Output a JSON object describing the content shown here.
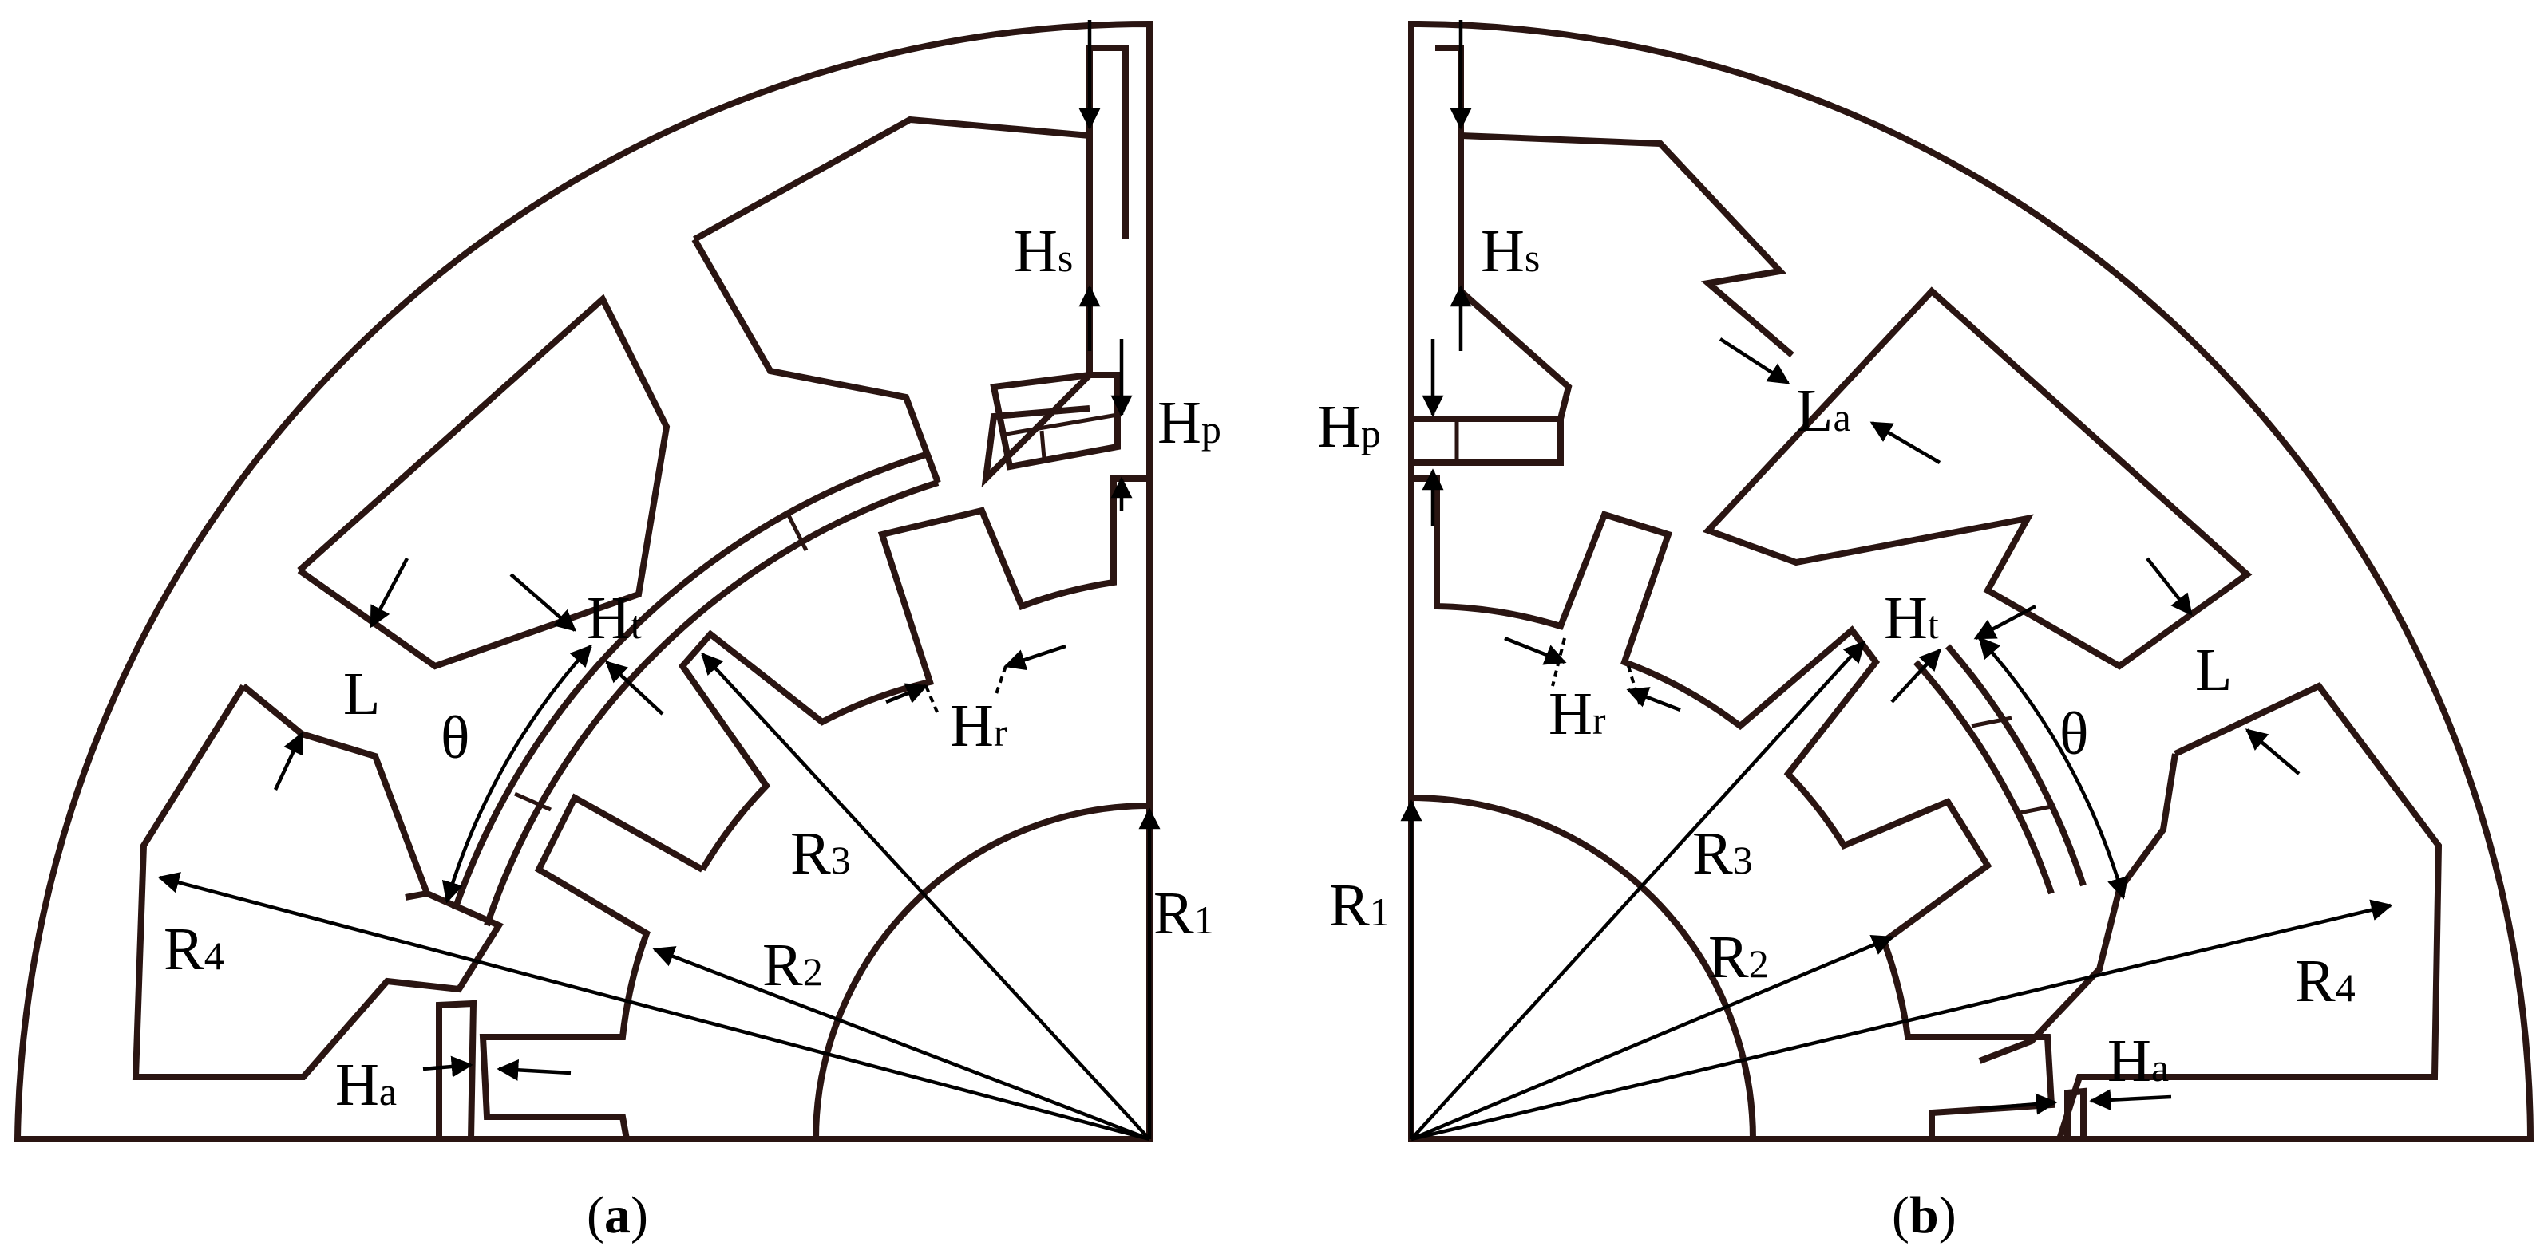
{
  "panel_a": {
    "caption_open": "(",
    "caption_letter": "a",
    "caption_close": ")",
    "labels": {
      "hs": {
        "main": "H",
        "sub": "s"
      },
      "hp": {
        "main": "H",
        "sub": "p"
      },
      "ht": {
        "main": "H",
        "sub": "t"
      },
      "hr": {
        "main": "H",
        "sub": "r"
      },
      "ha": {
        "main": "H",
        "sub": "a"
      },
      "l": {
        "main": "L"
      },
      "theta": {
        "main": "θ"
      },
      "r1": {
        "main": "R",
        "sub": "1"
      },
      "r2": {
        "main": "R",
        "sub": "2"
      },
      "r3": {
        "main": "R",
        "sub": "3"
      },
      "r4": {
        "main": "R",
        "sub": "4"
      }
    }
  },
  "panel_b": {
    "caption_open": "(",
    "caption_letter": "b",
    "caption_close": ")",
    "labels": {
      "hs": {
        "main": "H",
        "sub": "s"
      },
      "hp": {
        "main": "H",
        "sub": "p"
      },
      "ht": {
        "main": "H",
        "sub": "t"
      },
      "hr": {
        "main": "H",
        "sub": "r"
      },
      "ha": {
        "main": "H",
        "sub": "a"
      },
      "l": {
        "main": "L"
      },
      "la": {
        "main": "L",
        "sub": "a"
      },
      "theta": {
        "main": "θ"
      },
      "r1": {
        "main": "R",
        "sub": "1"
      },
      "r2": {
        "main": "R",
        "sub": "2"
      },
      "r3": {
        "main": "R",
        "sub": "3"
      },
      "r4": {
        "main": "R",
        "sub": "4"
      }
    }
  },
  "colors": {
    "outline": "#2a1512",
    "arrow": "#000000",
    "background": "#ffffff"
  }
}
